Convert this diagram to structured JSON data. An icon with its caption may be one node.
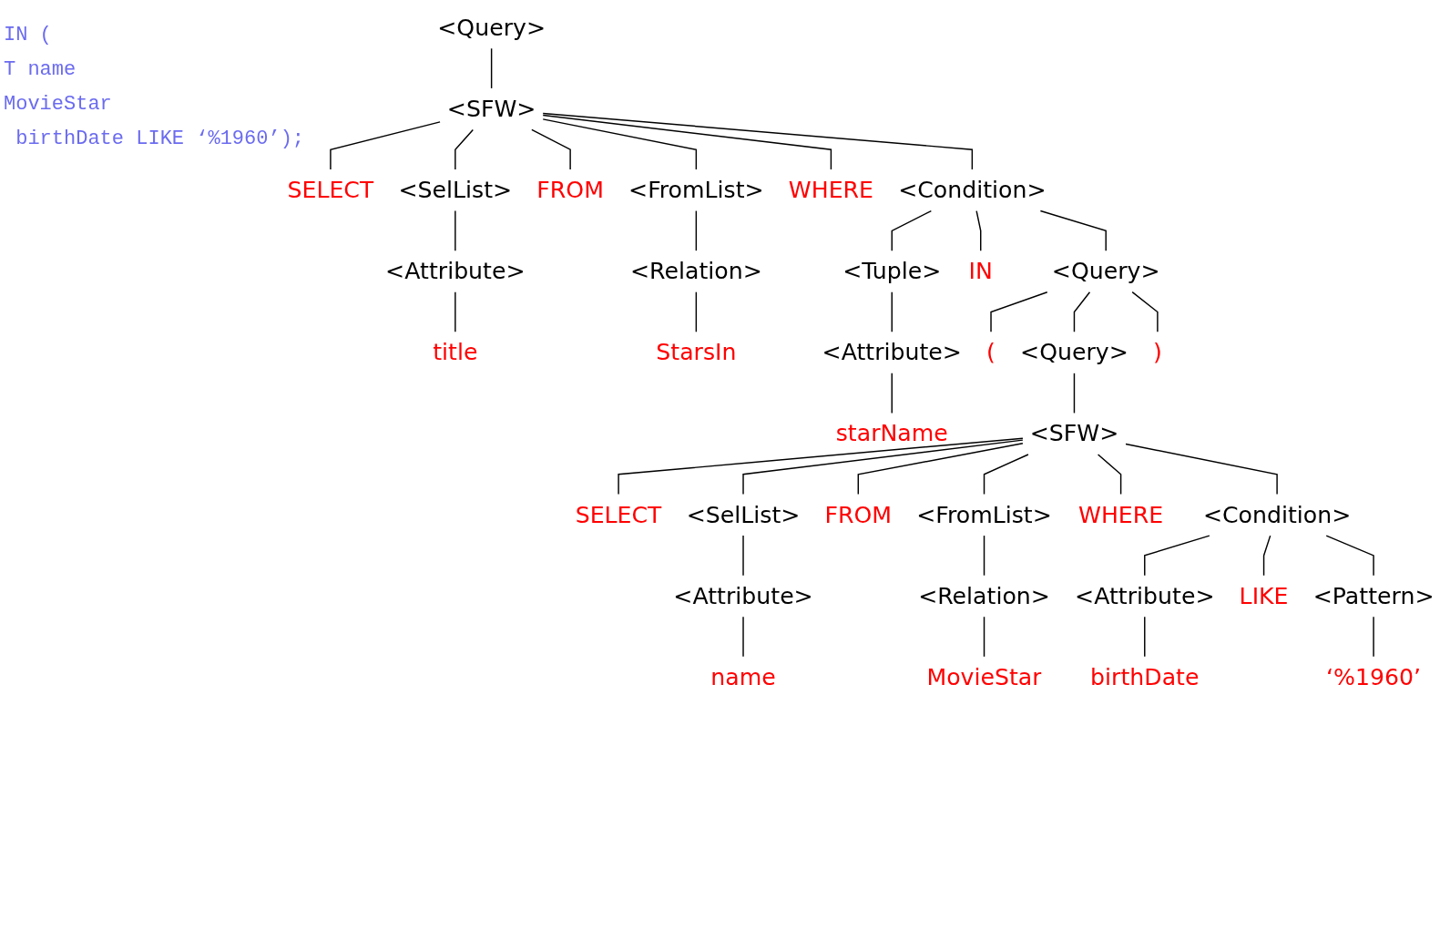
{
  "diagram": {
    "nodes": [
      {
        "text": [
          "<Query>"
        ]
      },
      {
        "text": [
          "<SFW>"
        ]
      },
      {
        "text": [
          "SELECT"
        ]
      },
      {
        "text": [
          "<SelList>"
        ]
      },
      {
        "text": [
          "FROM"
        ]
      },
      {
        "text": [
          "<FromList>"
        ]
      },
      {
        "text": [
          "WHERE"
        ]
      },
      {
        "text": [
          "<Condition>"
        ]
      },
      {
        "text": [
          "<Attribute>"
        ]
      },
      {
        "text": [
          "<Relation>"
        ]
      },
      {
        "text": [
          "<Tuple>"
        ]
      },
      {
        "text": [
          "IN"
        ]
      },
      {
        "text": [
          "<Query>"
        ]
      },
      {
        "text": [
          "title"
        ]
      },
      {
        "text": [
          "StarsIn"
        ]
      },
      {
        "text": [
          "<Attribute>"
        ]
      },
      {
        "text": [
          "("
        ]
      },
      {
        "text": [
          "<Query>"
        ]
      },
      {
        "text": [
          ")"
        ]
      },
      {
        "text": [
          "starName"
        ]
      },
      {
        "text": [
          "<SFW>"
        ]
      },
      {
        "text": [
          "SELECT"
        ]
      },
      {
        "text": [
          "<SelList>"
        ]
      },
      {
        "text": [
          "FROM"
        ]
      },
      {
        "text": [
          "<FromList>"
        ]
      },
      {
        "text": [
          "WHERE"
        ]
      },
      {
        "text": [
          "<Condition>"
        ]
      },
      {
        "text": [
          "<Attribute>"
        ]
      },
      {
        "text": [
          "<Relation>"
        ]
      },
      {
        "text": [
          "<Attribute>"
        ]
      },
      {
        "text": [
          "LIKE"
        ]
      },
      {
        "text": [
          "<Pattern>"
        ]
      },
      {
        "text": [
          "name"
        ]
      },
      {
        "text": [
          "MovieStar"
        ]
      },
      {
        "text": [
          "birthDate"
        ]
      },
      {
        "text": [
          "‘%1960’"
        ]
      }
    ],
    "edges": [
      {
        "from": 0,
        "to": 1,
        "arrow": "none"
      },
      {
        "from": 1,
        "to": 2,
        "arrow": "none"
      },
      {
        "from": 1,
        "to": 3,
        "arrow": "none"
      },
      {
        "from": 1,
        "to": 4,
        "arrow": "none"
      },
      {
        "from": 1,
        "to": 5,
        "arrow": "none"
      },
      {
        "from": 1,
        "to": 6,
        "arrow": "none"
      },
      {
        "from": 1,
        "to": 7,
        "arrow": "none"
      },
      {
        "from": 3,
        "to": 8,
        "arrow": "none"
      },
      {
        "from": 5,
        "to": 9,
        "arrow": "none"
      },
      {
        "from": 7,
        "to": 10,
        "arrow": "none"
      },
      {
        "from": 7,
        "to": 11,
        "arrow": "none"
      },
      {
        "from": 7,
        "to": 12,
        "arrow": "none"
      },
      {
        "from": 8,
        "to": 13,
        "arrow": "none"
      },
      {
        "from": 9,
        "to": 14,
        "arrow": "none"
      },
      {
        "from": 10,
        "to": 15,
        "arrow": "none"
      },
      {
        "from": 12,
        "to": 16,
        "arrow": "none"
      },
      {
        "from": 12,
        "to": 17,
        "arrow": "none"
      },
      {
        "from": 12,
        "to": 18,
        "arrow": "none"
      },
      {
        "from": 15,
        "to": 19,
        "arrow": "none"
      },
      {
        "from": 17,
        "to": 20,
        "arrow": "none"
      },
      {
        "from": 20,
        "to": 21,
        "arrow": "none"
      },
      {
        "from": 20,
        "to": 22,
        "arrow": "none"
      },
      {
        "from": 20,
        "to": 23,
        "arrow": "none"
      },
      {
        "from": 20,
        "to": 24,
        "arrow": "none"
      },
      {
        "from": 20,
        "to": 25,
        "arrow": "none"
      },
      {
        "from": 20,
        "to": 26,
        "arrow": "none"
      },
      {
        "from": 22,
        "to": 27,
        "arrow": "none"
      },
      {
        "from": 24,
        "to": 28,
        "arrow": "none"
      },
      {
        "from": 26,
        "to": 29,
        "arrow": "none"
      },
      {
        "from": 26,
        "to": 30,
        "arrow": "none"
      },
      {
        "from": 26,
        "to": 31,
        "arrow": "none"
      },
      {
        "from": 27,
        "to": 32,
        "arrow": "none"
      },
      {
        "from": 28,
        "to": 33,
        "arrow": "none"
      },
      {
        "from": 29,
        "to": 34,
        "arrow": "none"
      },
      {
        "from": 31,
        "to": 35,
        "arrow": "none"
      }
    ],
    "labels": [
      "IN (",
      "T name",
      "MovieStar",
      " birthDate LIKE ‘%1960’);"
    ]
  }
}
